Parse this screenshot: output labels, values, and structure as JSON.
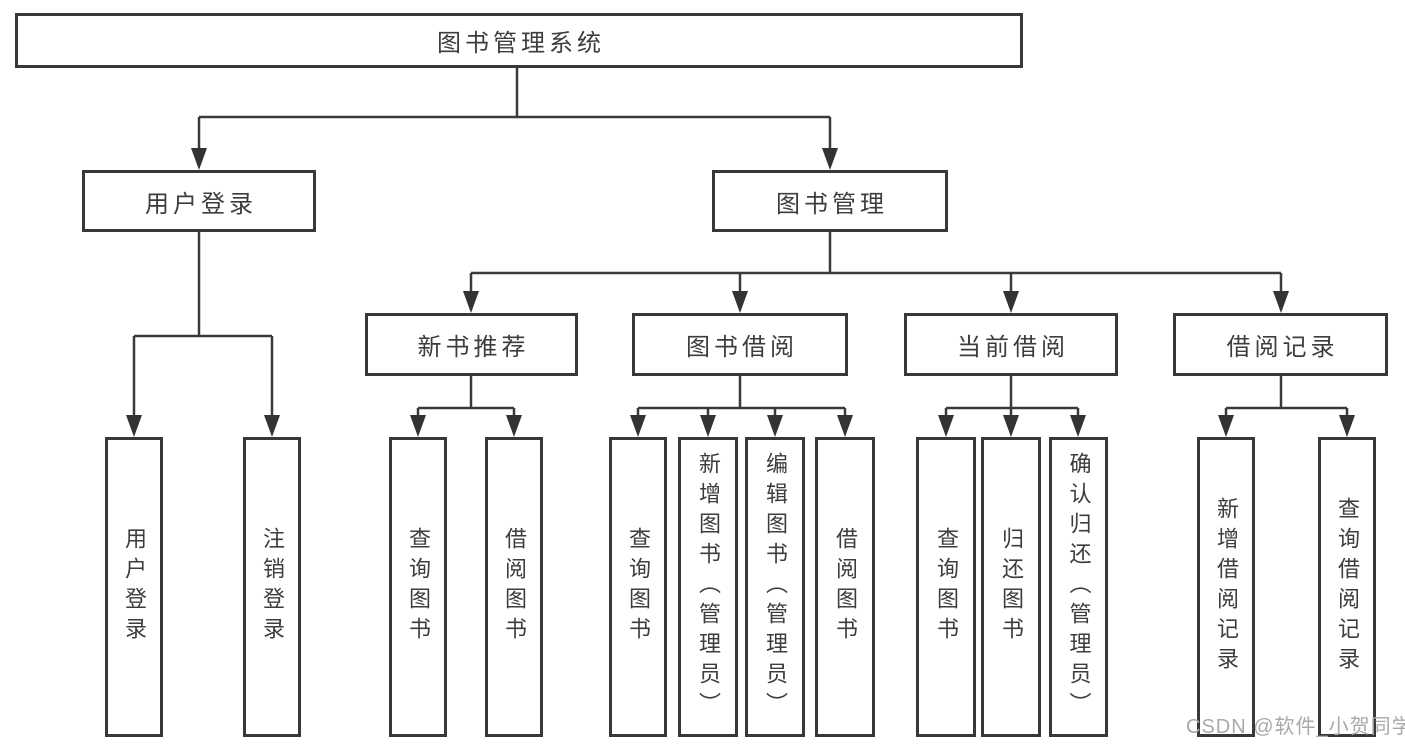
{
  "diagram": {
    "root": {
      "label": "图书管理系统"
    },
    "level2": [
      {
        "label": "用户登录"
      },
      {
        "label": "图书管理"
      }
    ],
    "level3": [
      {
        "label": "新书推荐"
      },
      {
        "label": "图书借阅"
      },
      {
        "label": "当前借阅"
      },
      {
        "label": "借阅记录"
      }
    ],
    "leaves": [
      {
        "label": "用户登录"
      },
      {
        "label": "注销登录"
      },
      {
        "label": "查询图书"
      },
      {
        "label": "借阅图书"
      },
      {
        "label": "查询图书"
      },
      {
        "label": "新增图书（管理员）"
      },
      {
        "label": "编辑图书（管理员）"
      },
      {
        "label": "借阅图书"
      },
      {
        "label": "查询图书"
      },
      {
        "label": "归还图书"
      },
      {
        "label": "确认归还（管理员）"
      },
      {
        "label": "新增借阅记录"
      },
      {
        "label": "查询借阅记录"
      }
    ]
  },
  "watermark": {
    "text": "CSDN @软件_小贺同学"
  },
  "colors": {
    "line": "#3a3a3a",
    "text": "#3d3d3d",
    "background": "#ffffff",
    "watermark": "#a9a9a9"
  }
}
